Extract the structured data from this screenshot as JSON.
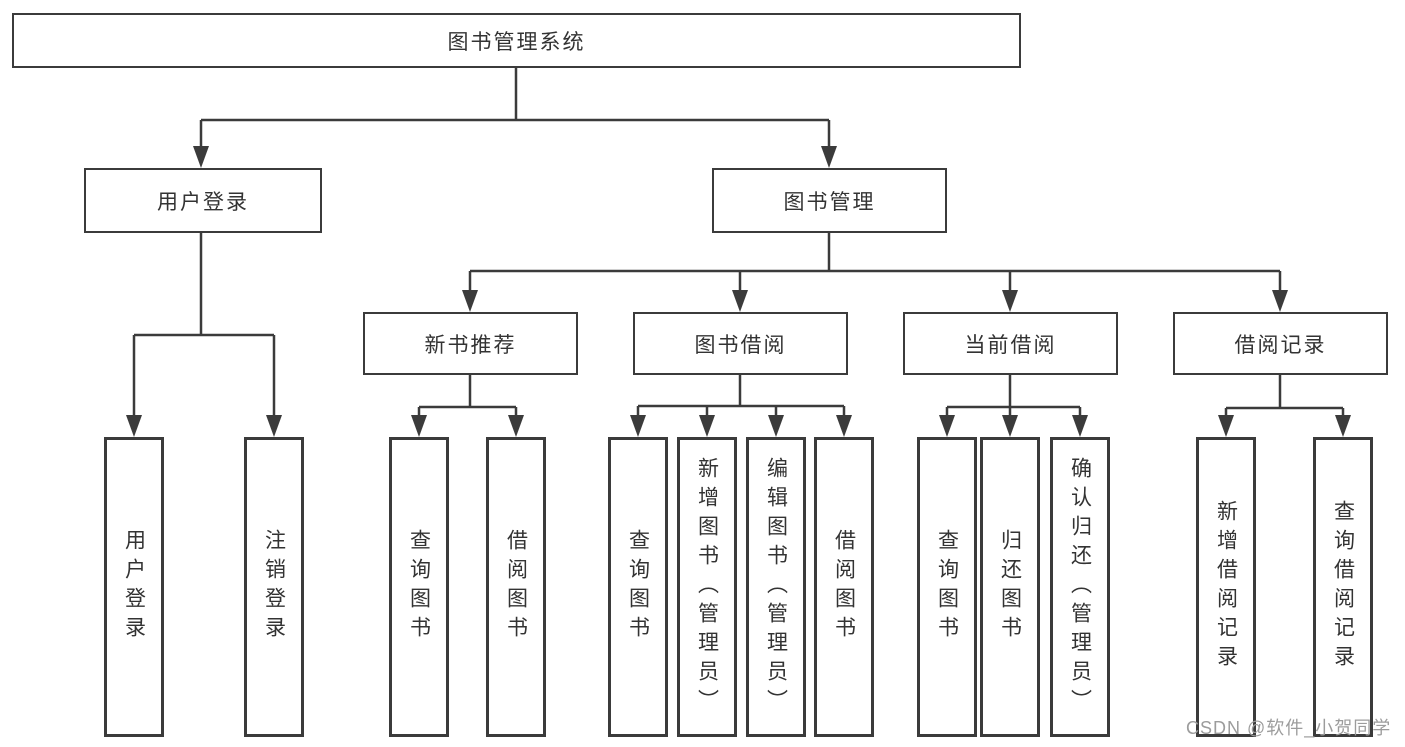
{
  "diagram": {
    "root": {
      "label": "图书管理系统"
    },
    "level2": {
      "user_login": {
        "label": "用户登录"
      },
      "book_management": {
        "label": "图书管理"
      }
    },
    "level3": {
      "new_book_recommend": {
        "label": "新书推荐"
      },
      "book_borrowing": {
        "label": "图书借阅"
      },
      "current_borrowing": {
        "label": "当前借阅"
      },
      "borrowing_records": {
        "label": "借阅记录"
      }
    },
    "leaves": {
      "user_login": {
        "label": "用户登录"
      },
      "logout": {
        "label": "注销登录"
      },
      "recommend_query_books": {
        "label": "查询图书"
      },
      "recommend_borrow_books": {
        "label": "借阅图书"
      },
      "borrowing_query_books": {
        "label": "查询图书"
      },
      "borrowing_add_books": {
        "label": "新增图书（管理员）"
      },
      "borrowing_edit_books": {
        "label": "编辑图书（管理员）"
      },
      "borrowing_borrow_books": {
        "label": "借阅图书"
      },
      "current_query_books": {
        "label": "查询图书"
      },
      "current_return_books": {
        "label": "归还图书"
      },
      "current_confirm_return": {
        "label": "确认归还（管理员）"
      },
      "records_add_record": {
        "label": "新增借阅记录"
      },
      "records_query_record": {
        "label": "查询借阅记录"
      }
    }
  },
  "watermark": {
    "text": "CSDN @软件_小贺同学"
  },
  "colors": {
    "line": "#3b3b3b",
    "box_border": "#3b3b3b",
    "text": "#333333",
    "watermark": "#9c9c9c",
    "background": "#ffffff"
  }
}
